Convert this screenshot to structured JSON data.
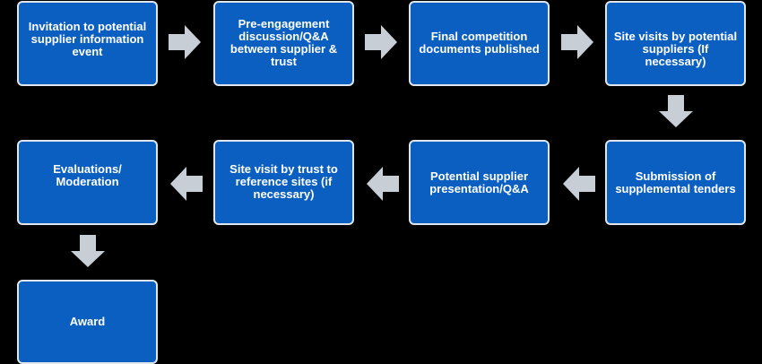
{
  "steps": {
    "s1": "Invitation to potential supplier information event",
    "s2": "Pre-engagement discussion/Q&A between supplier & trust",
    "s3": "Final competition documents published",
    "s4": "Site visits by potential suppliers (If necessary)",
    "s5": "Submission of supplemental tenders",
    "s6": "Potential supplier presentation/Q&A",
    "s7": "Site visit by trust to reference sites (if necessary)",
    "s8": "Evaluations/ Moderation",
    "s9": "Award"
  },
  "colors": {
    "box_fill": "#0b5fc1",
    "box_border": "#dfe6ee",
    "arrow": "#c8ced6",
    "background": "#000000"
  },
  "icons": {
    "arrow_right": "arrow-right-icon",
    "arrow_left": "arrow-left-icon",
    "arrow_down": "arrow-down-icon"
  }
}
